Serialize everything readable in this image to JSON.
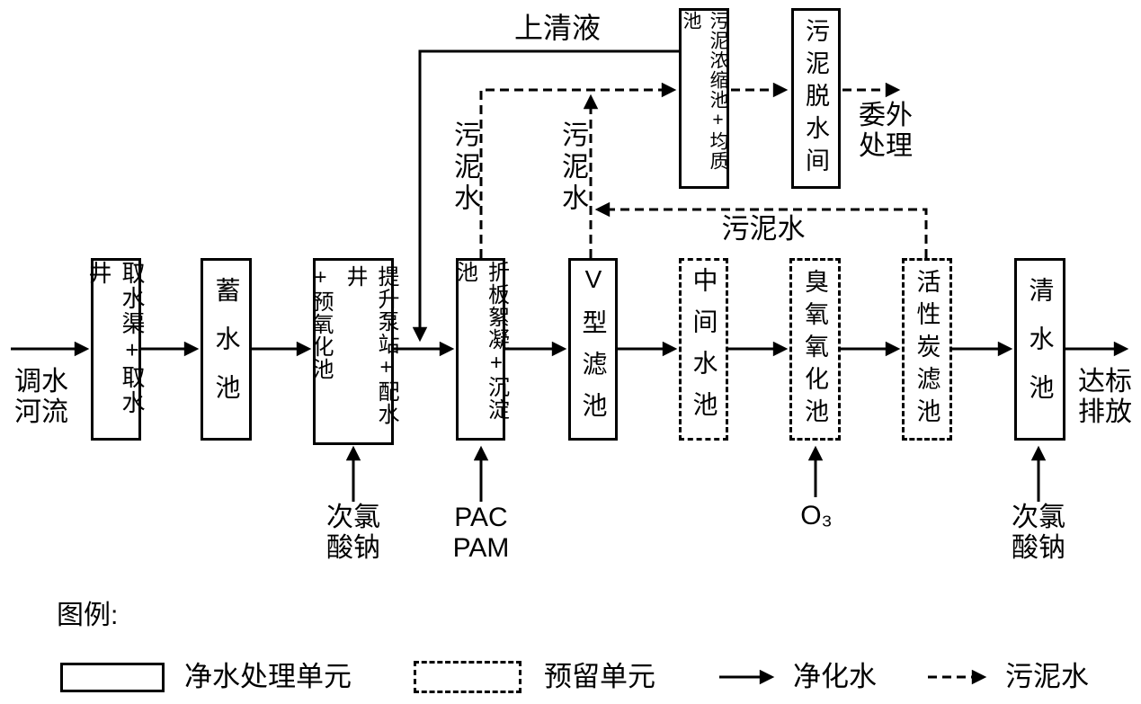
{
  "colors": {
    "line": "#000000",
    "background": "#ffffff"
  },
  "flow": {
    "influent_label": "调水\n河流",
    "effluent_label": "达标\n排放",
    "boxes": [
      {
        "label": "取水渠+取水井",
        "style": "solid"
      },
      {
        "label": "蓄水池",
        "style": "solid"
      },
      {
        "label": "提升泵站+配水井+预氧化池",
        "columns": [
          "提升泵站+配水井",
          "+预氧化池"
        ],
        "style": "solid"
      },
      {
        "label": "折板絮凝+沉淀池",
        "style": "solid"
      },
      {
        "label": "V型滤池",
        "style": "solid"
      },
      {
        "label": "中间水池",
        "style": "dashed"
      },
      {
        "label": "臭氧氧化池",
        "style": "dashed"
      },
      {
        "label": "活性炭滤池",
        "style": "dashed"
      },
      {
        "label": "清水池",
        "style": "solid"
      }
    ]
  },
  "sludge": {
    "supernatant_label": "上清液",
    "boxes": [
      {
        "label": "污泥浓缩池+均质池",
        "style": "solid"
      },
      {
        "label": "污泥脱水间",
        "style": "solid"
      }
    ],
    "outsourced_label": "委外\n处理",
    "sludge_water_labels": [
      "污泥水",
      "污泥水",
      "污泥水"
    ]
  },
  "chemicals": [
    {
      "label": "次氯\n酸钠"
    },
    {
      "label": "PAC\nPAM"
    },
    {
      "label": "O₃"
    },
    {
      "label": "次氯\n酸钠"
    }
  ],
  "legend": {
    "title": "图例:",
    "solid_box_label": "净水处理单元",
    "dashed_box_label": "预留单元",
    "solid_arrow_label": "净化水",
    "dashed_arrow_label": "污泥水"
  }
}
